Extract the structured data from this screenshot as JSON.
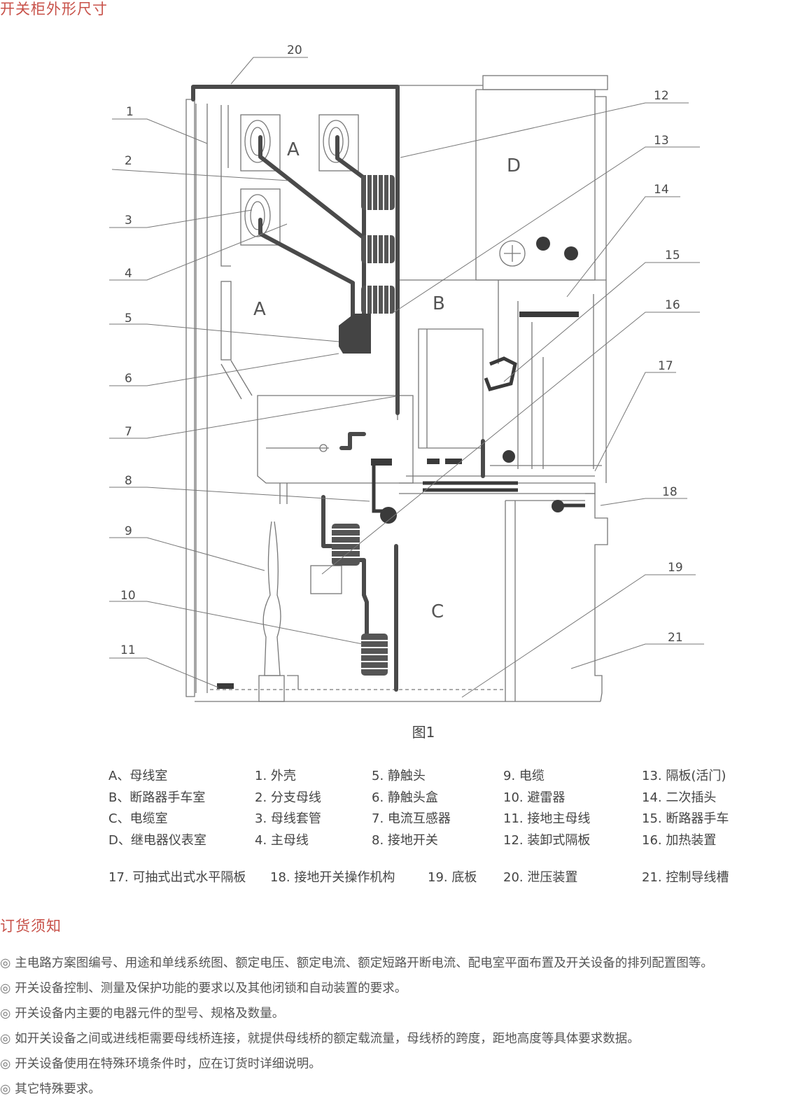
{
  "section1_title": "开关柜外形尺寸",
  "figure_caption": "图1",
  "zone_labels": {
    "A_upper": "A",
    "A_lower": "A",
    "B": "B",
    "C": "C",
    "D": "D"
  },
  "callouts": [
    "1",
    "2",
    "3",
    "4",
    "5",
    "6",
    "7",
    "8",
    "9",
    "10",
    "11",
    "12",
    "13",
    "14",
    "15",
    "16",
    "17",
    "18",
    "19",
    "20",
    "21"
  ],
  "legend": {
    "row1": [
      "A、母线室",
      "1.  外壳",
      "5.  静触头",
      "9.  电缆",
      "13.  隔板(活门)"
    ],
    "row2": [
      "B、断路器手车室",
      "2.  分支母线",
      "6.  静触头盒",
      "10.  避雷器",
      "14.  二次插头"
    ],
    "row3": [
      "C、电缆室",
      "3.  母线套管",
      "7.  电流互感器",
      "11.  接地主母线",
      "15.  断路器手车"
    ],
    "row4": [
      "D、继电器仪表室",
      "4.  主母线",
      "8.  接地开关",
      "12.  装卸式隔板",
      "16.  加热装置"
    ],
    "row5": [
      "17.  可抽式出式水平隔板",
      "18.  接地开关操作机构",
      "19.  底板",
      "20.  泄压装置",
      "21.  控制导线槽"
    ]
  },
  "section2_title": "订货须知",
  "notes_bullet": "◎",
  "notes": [
    "主电路方案图编号、用途和单线系统图、额定电压、额定电流、额定短路开断电流、配电室平面布置及开关设备的排列配置图等。",
    "开关设备控制、测量及保护功能的要求以及其他闭锁和自动装置的要求。",
    "开关设备内主要的电器元件的型号、规格及数量。",
    "如开关设备之间或进线柜需要母线桥连接，就提供母线桥的额定载流量，母线桥的跨度，距地高度等具体要求数据。",
    "开关设备使用在特殊环境条件时，应在订货时详细说明。",
    "其它特殊要求。"
  ],
  "colors": {
    "accent": "#c8524a",
    "line": "#6a6a6a",
    "dark": "#3a3a3a"
  }
}
